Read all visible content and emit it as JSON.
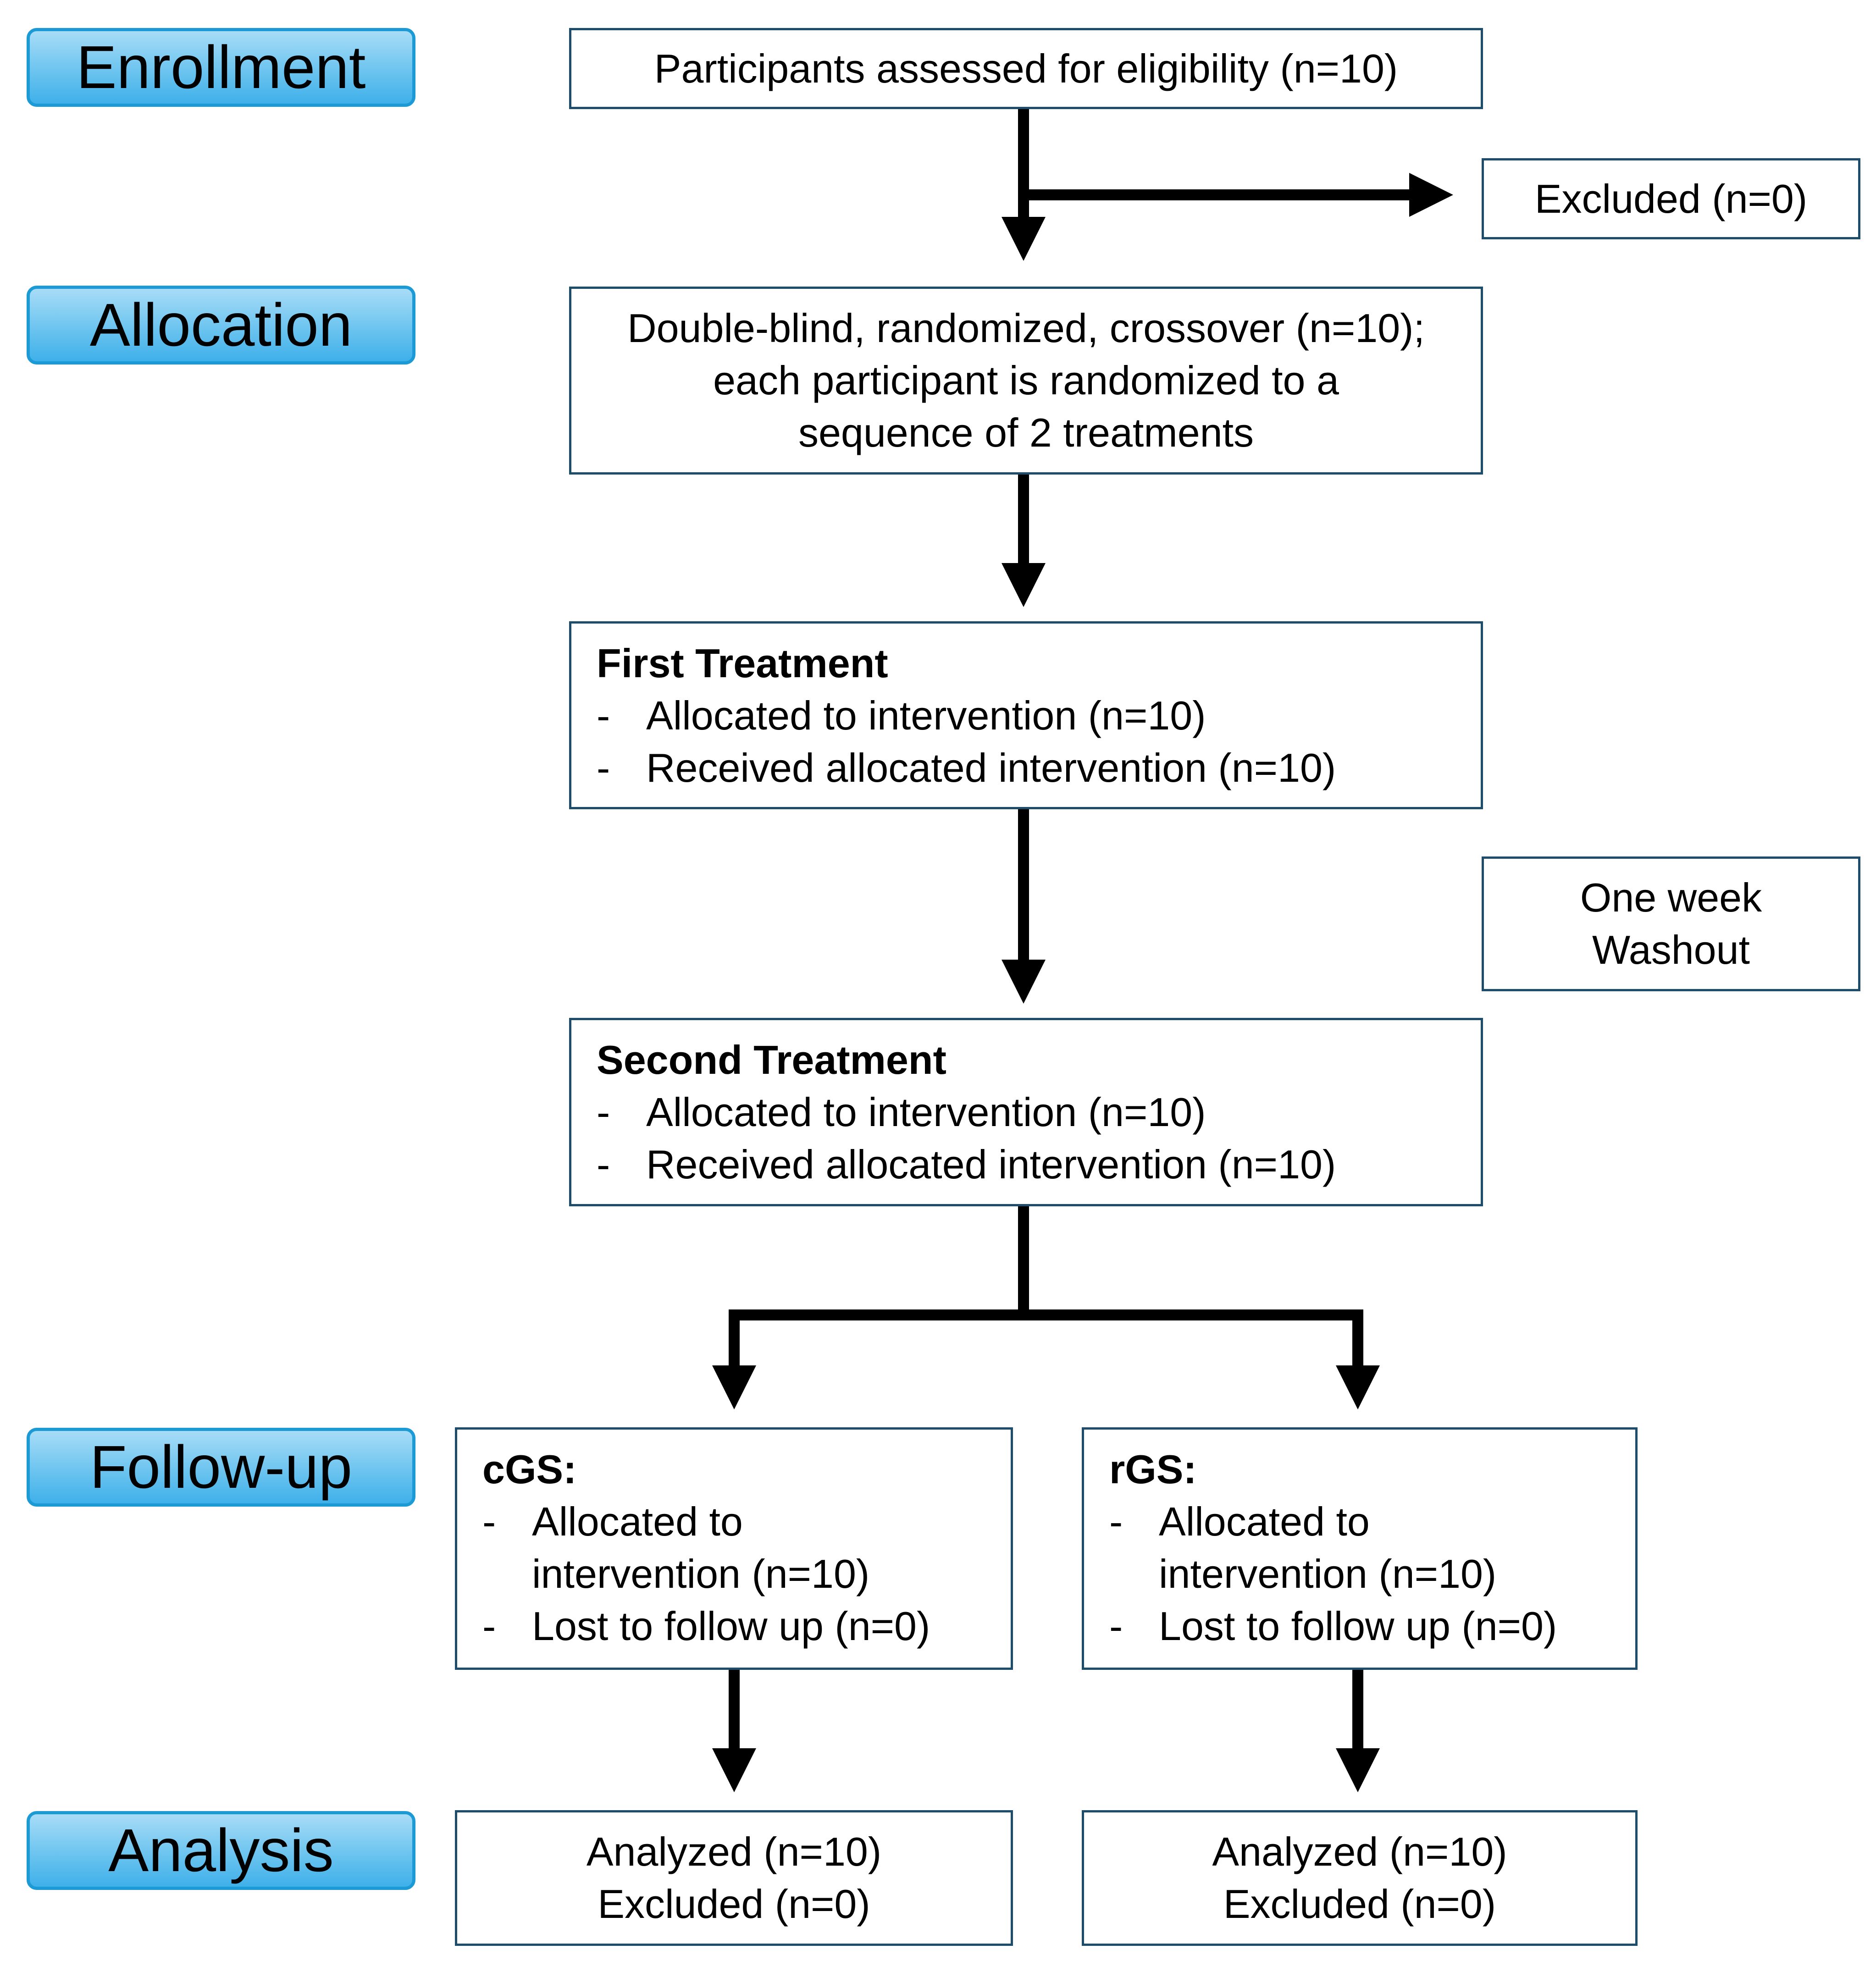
{
  "stages": {
    "enrollment": "Enrollment",
    "allocation": "Allocation",
    "followup": "Follow-up",
    "analysis": "Analysis"
  },
  "enrollment_box": "Participants assessed for eligibility (n=10)",
  "excluded_box": "Excluded (n=0)",
  "allocation_box": {
    "line1": "Double-blind, randomized, crossover (n=10);",
    "line2": "each participant is randomized to a",
    "line3": "sequence of 2 treatments"
  },
  "first_treatment": {
    "title": "First Treatment",
    "item1": "Allocated to intervention (n=10)",
    "item2": "Received allocated intervention (n=10)"
  },
  "washout": {
    "line1": "One week",
    "line2": "Washout"
  },
  "second_treatment": {
    "title": "Second Treatment",
    "item1": "Allocated to intervention (n=10)",
    "item2": "Received allocated intervention (n=10)"
  },
  "cgs": {
    "title": "cGS:",
    "item1a": "Allocated to",
    "item1b": "intervention (n=10)",
    "item2": "Lost to follow up (n=0)"
  },
  "rgs": {
    "title": "rGS:",
    "item1a": "Allocated to",
    "item1b": "intervention (n=10)",
    "item2": "Lost to follow up (n=0)"
  },
  "analysis_left": {
    "line1": "Analyzed (n=10)",
    "line2": "Excluded (n=0)"
  },
  "analysis_right": {
    "line1": "Analyzed (n=10)",
    "line2": "Excluded (n=0)"
  },
  "colors": {
    "stage_fill": "#6cc4ef",
    "stage_border": "#1c9ad6",
    "box_border": "#1e4d6b",
    "arrow": "#000000"
  }
}
